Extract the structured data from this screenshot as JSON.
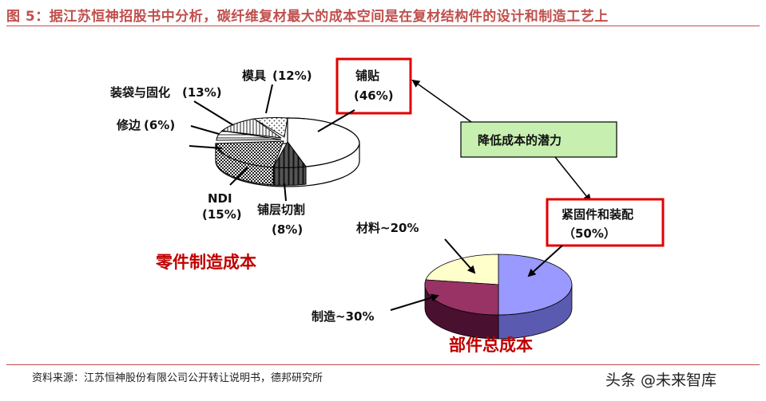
{
  "header": {
    "title": "图 5：据江苏恒神招股书中分析，碳纤维复材最大的成本空间是在复材结构件的设计和制造工艺上"
  },
  "footer": {
    "source": "资料来源：江苏恒神股份有限公司公开转让说明书，德邦研究所",
    "watermark": "头条 @未来智库"
  },
  "colors": {
    "title_red": "#c0504d",
    "emphasis_red": "#c00000",
    "green_box": "#c6efb0",
    "purple": "#9999ff",
    "maroon": "#993366",
    "cream": "#ffffcc"
  },
  "chart_data": [
    {
      "type": "pie",
      "title": "零件制造成本",
      "style": "3d-exploded",
      "slices": [
        {
          "label": "铺贴",
          "pct_label": "(46%)",
          "value": 46,
          "pattern": "plain-white",
          "highlight": true
        },
        {
          "label": "模具",
          "pct_label": "(12%)",
          "value": 12,
          "pattern": "dotted"
        },
        {
          "label": "装袋与固化",
          "pct_label": "(13%)",
          "value": 13,
          "pattern": "vertical-lines"
        },
        {
          "label": "修边",
          "pct_label": "(6%)",
          "value": 6,
          "pattern": "horizontal-lines"
        },
        {
          "label": "NDI",
          "pct_label": "(15%)",
          "value": 15,
          "pattern": "checker"
        },
        {
          "label": "铺层切割",
          "pct_label": "(8%)",
          "value": 8,
          "pattern": "vertical-bars"
        }
      ]
    },
    {
      "type": "pie",
      "title": "部件总成本",
      "style": "3d",
      "slices": [
        {
          "label": "紧固件和装配",
          "pct_label": "（50%）",
          "value": 50,
          "color": "#9999ff",
          "highlight": true
        },
        {
          "label": "材料~20%",
          "value": 20,
          "color": "#ffffcc"
        },
        {
          "label": "制造~30%",
          "value": 30,
          "color": "#993366"
        }
      ]
    }
  ],
  "annotations": {
    "potential_box": "降低成本的潜力"
  }
}
